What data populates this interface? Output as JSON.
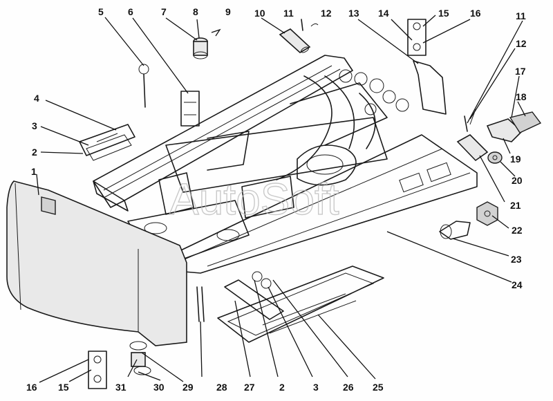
{
  "watermark": "AutoSoft",
  "callouts": [
    {
      "id": "c-5",
      "label": "5"
    },
    {
      "id": "c-6",
      "label": "6"
    },
    {
      "id": "c-7",
      "label": "7"
    },
    {
      "id": "c-8",
      "label": "8"
    },
    {
      "id": "c-9",
      "label": "9"
    },
    {
      "id": "c-10",
      "label": "10"
    },
    {
      "id": "c-11a",
      "label": "11"
    },
    {
      "id": "c-12a",
      "label": "12"
    },
    {
      "id": "c-13",
      "label": "13"
    },
    {
      "id": "c-14",
      "label": "14"
    },
    {
      "id": "c-15a",
      "label": "15"
    },
    {
      "id": "c-16a",
      "label": "16"
    },
    {
      "id": "c-11b",
      "label": "11"
    },
    {
      "id": "c-12b",
      "label": "12"
    },
    {
      "id": "c-17",
      "label": "17"
    },
    {
      "id": "c-18",
      "label": "18"
    },
    {
      "id": "c-19",
      "label": "19"
    },
    {
      "id": "c-20",
      "label": "20"
    },
    {
      "id": "c-21",
      "label": "21"
    },
    {
      "id": "c-22",
      "label": "22"
    },
    {
      "id": "c-23",
      "label": "23"
    },
    {
      "id": "c-24",
      "label": "24"
    },
    {
      "id": "c-4",
      "label": "4"
    },
    {
      "id": "c-3a",
      "label": "3"
    },
    {
      "id": "c-2a",
      "label": "2"
    },
    {
      "id": "c-1",
      "label": "1"
    },
    {
      "id": "c-16b",
      "label": "16"
    },
    {
      "id": "c-15b",
      "label": "15"
    },
    {
      "id": "c-31",
      "label": "31"
    },
    {
      "id": "c-30",
      "label": "30"
    },
    {
      "id": "c-29",
      "label": "29"
    },
    {
      "id": "c-28",
      "label": "28"
    },
    {
      "id": "c-27",
      "label": "27"
    },
    {
      "id": "c-2b",
      "label": "2"
    },
    {
      "id": "c-3b",
      "label": "3"
    },
    {
      "id": "c-26",
      "label": "26"
    },
    {
      "id": "c-25",
      "label": "25"
    }
  ]
}
